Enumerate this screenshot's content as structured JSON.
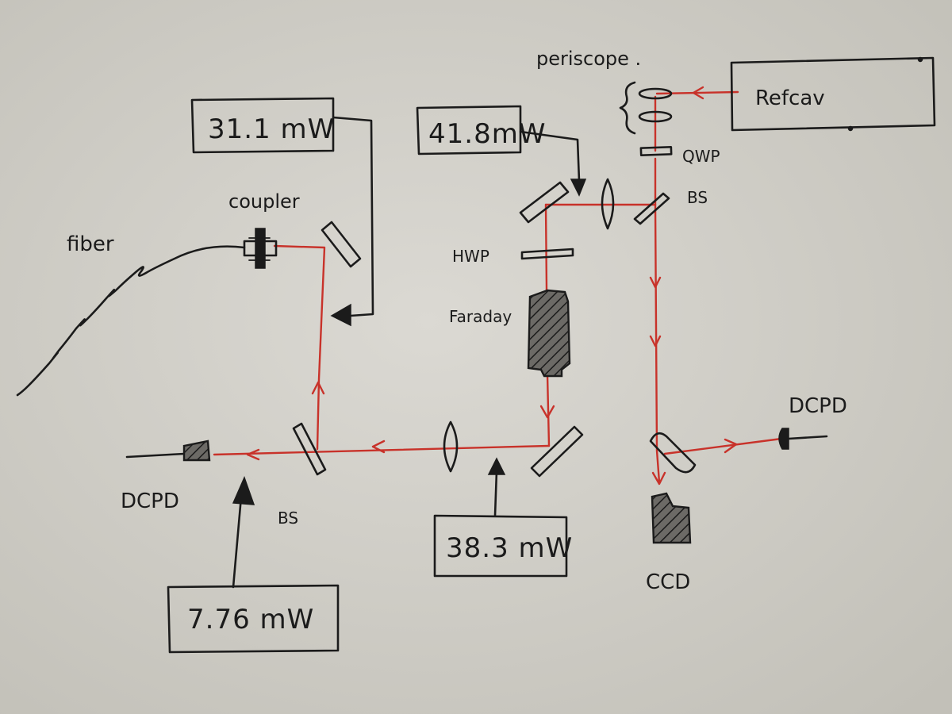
{
  "power_meters": {
    "coupler_power": "31.1 mW",
    "input_power": "41.8mW",
    "output_power": "38.3 mW",
    "pd_power": "7.76 mW"
  },
  "labels": {
    "periscope": "periscope .",
    "refcav": "Refcav",
    "qwp": "QWP",
    "bs_top": "BS",
    "hwp": "HWP",
    "faraday": "Faraday",
    "coupler": "coupler",
    "fiber": "fiber",
    "dcpd_left": "DCPD",
    "dcpd_right": "DCPD",
    "bs_bottom": "BS",
    "ccd": "CCD"
  },
  "colors": {
    "paper": "#d2d0c9",
    "ink": "#1b1b1b",
    "beam": "#c8322a"
  }
}
